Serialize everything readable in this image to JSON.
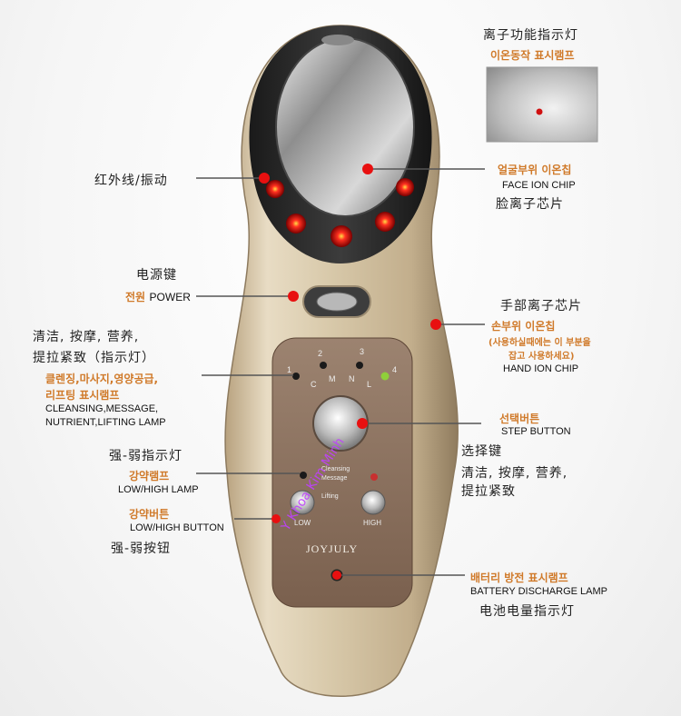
{
  "labels": {
    "ion_indicator": {
      "zh": "离子功能指示灯",
      "ko": "이온동작 표시램프"
    },
    "infrared": {
      "zh": "红外线/振动"
    },
    "face_chip": {
      "ko": "얼굴부위 이온칩",
      "en": "FACE ION CHIP",
      "zh": "脸离子芯片"
    },
    "power": {
      "zh": "电源键",
      "ko": "전원",
      "en": "POWER"
    },
    "hand_chip": {
      "zh": "手部离子芯片",
      "ko": "손부위 이온칩",
      "note_ko_1": "(사용하실때에는 이 부분을",
      "note_ko_2": "잡고 사용하세요)",
      "en": "HAND ION CHIP"
    },
    "mode_lamp": {
      "zh_1": "清洁, 按摩, 营养,",
      "zh_2": "提拉紧致（指示灯）",
      "ko_1": "클렌징,마사지,영양공급,",
      "ko_2": "리프팅 표시램프",
      "en_1": "CLEANSING,MESSAGE,",
      "en_2": "NUTRIENT,LIFTING LAMP"
    },
    "step_button": {
      "ko": "선택버튼",
      "en": "STEP BUTTON",
      "zh_1": "选择键",
      "zh_2": "清洁, 按摩, 营养,",
      "zh_3": "提拉紧致"
    },
    "low_high_lamp": {
      "zh": "强-弱指示灯",
      "ko": "강약램프",
      "en": "LOW/HIGH LAMP"
    },
    "low_high_button": {
      "ko": "강약버튼",
      "en": "LOW/HIGH BUTTON",
      "zh": "强-弱按钮"
    },
    "battery": {
      "ko": "배터리 방전 표시램프",
      "en": "BATTERY DISCHARGE LAMP",
      "zh": "电池电量指示灯"
    }
  },
  "device": {
    "brand": "JOYJULY",
    "mode_numbers": [
      "1",
      "2",
      "3",
      "4"
    ],
    "mode_letters": [
      "C",
      "M",
      "N",
      "L"
    ],
    "level_text": [
      "Cleansing",
      "Message",
      "Lifting"
    ],
    "low": "LOW",
    "high": "HIGH"
  },
  "watermark": "Y Khoa Kim Minh",
  "colors": {
    "accent_orange": "#d07a2a",
    "marker_red": "#e81010",
    "body_gold": "#c9b493",
    "panel_brown": "#8a6f5a"
  }
}
